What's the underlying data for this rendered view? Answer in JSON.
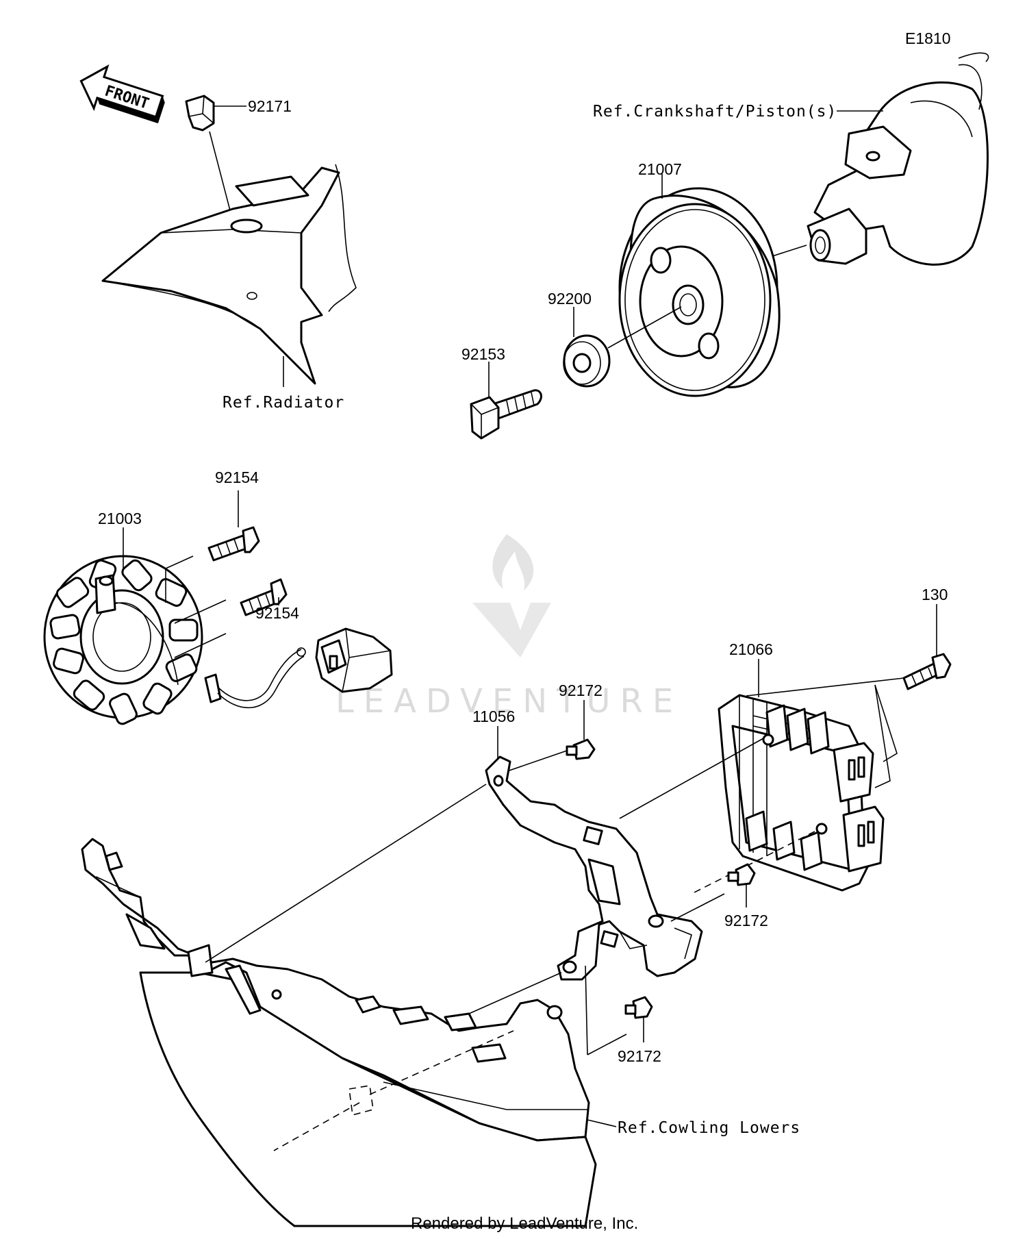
{
  "diagram": {
    "code": "E1810",
    "front_label": "FRONT",
    "footer": "Rendered by LeadVenture, Inc.",
    "watermark": "LEADVENTURE",
    "refs": {
      "crankshaft": "Ref.Crankshaft/Piston(s)",
      "radiator": "Ref.Radiator",
      "cowling": "Ref.Cowling Lowers"
    },
    "parts": {
      "clip": "92171",
      "rotor": "21007",
      "washer": "92200",
      "rotor_bolt": "92153",
      "stator": "21003",
      "stator_bolt_a": "92154",
      "stator_bolt_b": "92154",
      "regulator_bolt": "130",
      "regulator": "21066",
      "bracket_bolt_top": "92172",
      "bracket": "11056",
      "bracket_bolt_right": "92172",
      "bracket_bolt_bottom": "92172"
    }
  }
}
